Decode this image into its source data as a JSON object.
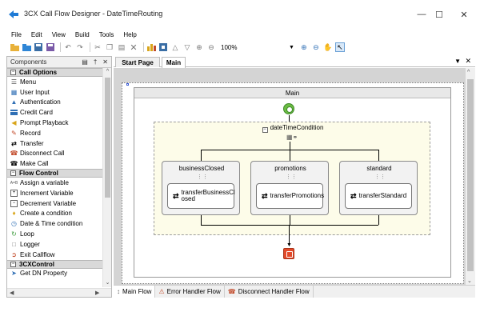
{
  "window": {
    "title": "3CX Call Flow Designer - DateTimeRouting",
    "minimize": "—",
    "maximize": "☐",
    "close": "✕"
  },
  "menu": [
    "File",
    "Edit",
    "View",
    "Build",
    "Tools",
    "Help"
  ],
  "toolbar": {
    "zoom": "100%"
  },
  "panel": {
    "title": "Components",
    "categories": [
      {
        "label": "Call Options",
        "items": [
          {
            "label": "Menu",
            "icon": "menu-icon"
          },
          {
            "label": "User Input",
            "icon": "user-input-icon"
          },
          {
            "label": "Authentication",
            "icon": "lock-icon"
          },
          {
            "label": "Credit Card",
            "icon": "credit-card-icon"
          },
          {
            "label": "Prompt Playback",
            "icon": "speaker-icon"
          },
          {
            "label": "Record",
            "icon": "record-icon"
          },
          {
            "label": "Transfer",
            "icon": "transfer-icon"
          },
          {
            "label": "Disconnect Call",
            "icon": "disconnect-icon"
          },
          {
            "label": "Make Call",
            "icon": "phone-icon"
          }
        ]
      },
      {
        "label": "Flow Control",
        "items": [
          {
            "label": "Assign a variable",
            "icon": "assign-icon"
          },
          {
            "label": "Increment Variable",
            "icon": "increment-icon"
          },
          {
            "label": "Decrement Variable",
            "icon": "decrement-icon"
          },
          {
            "label": "Create a condition",
            "icon": "condition-icon"
          },
          {
            "label": "Date & Time condition",
            "icon": "datetime-icon"
          },
          {
            "label": "Loop",
            "icon": "loop-icon"
          },
          {
            "label": "Logger",
            "icon": "logger-icon"
          },
          {
            "label": "Exit Callflow",
            "icon": "exit-icon"
          }
        ]
      },
      {
        "label": "3CXControl",
        "items": [
          {
            "label": "Get DN Property",
            "icon": "get-dn-icon"
          }
        ]
      }
    ]
  },
  "tabs": [
    "Start Page",
    "Main"
  ],
  "active_tab": "Main",
  "canvas": {
    "main_title": "Main",
    "condition_title": "dateTimeCondition",
    "branches": [
      {
        "label": "businessClosed",
        "action": "transferBusinessCl osed"
      },
      {
        "label": "promotions",
        "action": "transferPromotions"
      },
      {
        "label": "standard",
        "action": "transferStandard"
      }
    ]
  },
  "bottom_tabs": [
    "Main Flow",
    "Error Handler Flow",
    "Disconnect Handler Flow"
  ],
  "colors": {
    "start": "#6cbc43",
    "end": "#e24a2a",
    "condition_bg": "#fdfce9",
    "category_bg": "#d9d9d9"
  }
}
